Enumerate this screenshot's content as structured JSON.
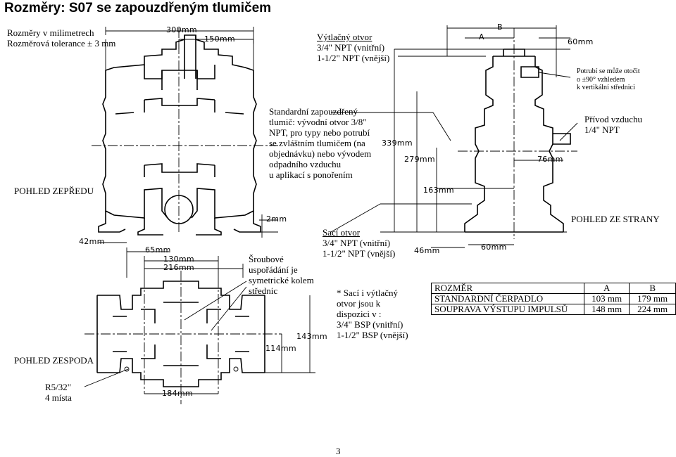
{
  "document": {
    "title": "Rozměry: S07 se zapouzdřeným tlumičem",
    "page_number": "3"
  },
  "notes": {
    "units_line1": "Rozměry v milimetrech",
    "units_line2": "Rozměrová tolerance ± 3 mm",
    "discharge_title": "Výtlačný otvor",
    "discharge_line1": "3/4\" NPT (vnitřní)",
    "discharge_line2": "1-1/2\" NPT (vnější)",
    "muffler": [
      "Standardní zapouzdřený",
      "tlumič: vývodní otvor 3/8\"",
      "NPT, pro typy nebo potrubí",
      "se zvláštním tlumičem (na",
      "objednávku) nebo vývodem",
      "odpadního vzduchu",
      "u aplikací s ponořením"
    ],
    "pipe_rotate": [
      "Potrubí se může otočit",
      "o ±90° vzhledem",
      "k vertikální střednici"
    ],
    "air_inlet_line1": "Přívod vzduchu",
    "air_inlet_line2": "1/4\" NPT",
    "suction_title": "Sací otvor",
    "suction_line1": "3/4\" NPT (vnitřní)",
    "suction_line2": "1-1/2\" NPT (vnější)",
    "bolts": [
      "Šroubové",
      "uspořádání je",
      "symetrické kolem",
      "střednic"
    ],
    "bsp": [
      "* Sací i výtlačný",
      "otvor jsou k",
      "dispozici v :",
      "3/4\" BSP (vnitřní)",
      "1-1/2\" BSP (vnější)"
    ],
    "radius_line1": "R5/32\"",
    "radius_line2": "4 místa"
  },
  "views": {
    "front": "POHLED ZEPŘEDU",
    "side": "POHLED ZE STRANY",
    "bottom": "POHLED ZESPODA"
  },
  "dimensions": {
    "d300": "300mm",
    "d150": "150mm",
    "d2": "2mm",
    "d42": "42mm",
    "d65": "65mm",
    "d130": "130mm",
    "d216": "216mm",
    "d143": "143mm",
    "d114": "114mm",
    "d184": "184mm",
    "B": "B",
    "A": "A",
    "d60top": "60mm",
    "d339": "339mm",
    "d279": "279mm",
    "d76": "76mm",
    "d163": "163mm",
    "d46": "46mm",
    "d60bottom": "60mm"
  },
  "table": {
    "headers": [
      "ROZMĚR",
      "A",
      "B"
    ],
    "rows": [
      [
        "STANDARDNÍ ČERPADLO",
        "103 mm",
        "179 mm"
      ],
      [
        "SOUPRAVA VÝSTUPU IMPULSŮ",
        "148 mm",
        "224 mm"
      ]
    ]
  }
}
